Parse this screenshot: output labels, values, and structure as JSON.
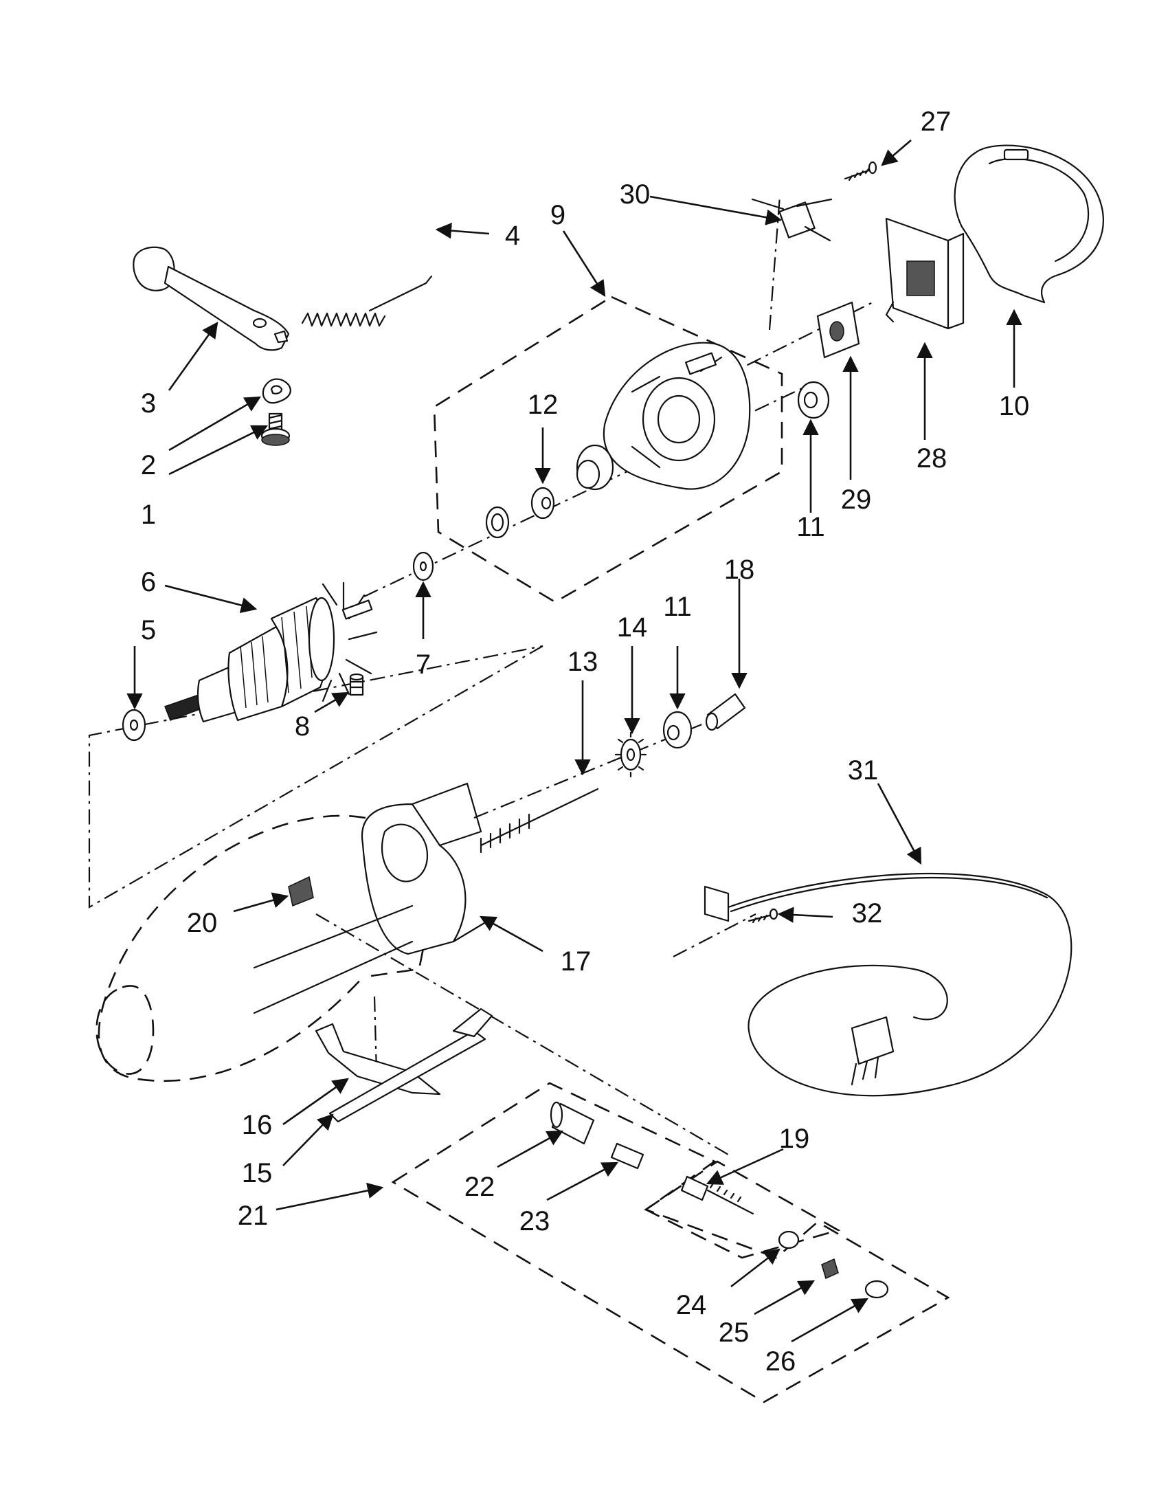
{
  "diagram": {
    "callouts": [
      "1",
      "2",
      "3",
      "4",
      "5",
      "6",
      "7",
      "8",
      "9",
      "10",
      "11",
      "11",
      "12",
      "13",
      "14",
      "15",
      "16",
      "17",
      "18",
      "19",
      "20",
      "21",
      "22",
      "23",
      "24",
      "25",
      "26",
      "27",
      "28",
      "29",
      "30",
      "31",
      "32"
    ]
  }
}
